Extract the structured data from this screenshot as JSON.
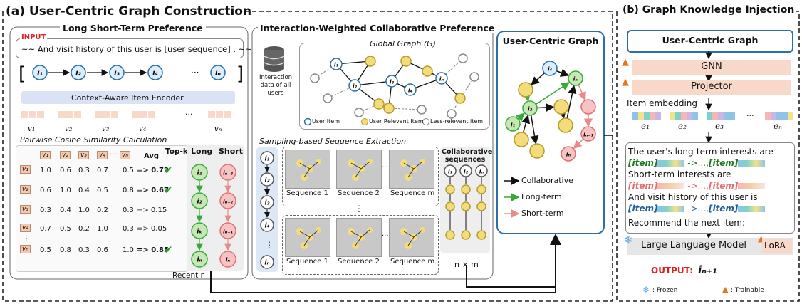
{
  "panel_a": {
    "title": "(a) User-Centric Graph Construction",
    "long_short": {
      "title": "Long Short-Term Preference",
      "input_tag": "INPUT",
      "input_text": "~~ And visit history of this user is [user sequence] . ~~",
      "sequence_items": [
        "i₁",
        "i₂",
        "i₃",
        "i₄",
        "···",
        "iₙ"
      ],
      "encoder_label": "Context-Aware Item Encoder",
      "vectors": [
        "v₁",
        "v₂",
        "v₃",
        "v₄",
        "···",
        "vₙ"
      ],
      "similarity_title": "Pairwise Cosine Similarity Calculation",
      "matrix": {
        "col_headers": [
          "v₁",
          "v₂",
          "v₃",
          "v₄",
          "···",
          "vₙ"
        ],
        "avg_header": "Avg",
        "topk_label": "Top-k",
        "rows": [
          {
            "label": "v₁",
            "values": [
              "1.0",
              "0.6",
              "0.3",
              "0.7",
              "0.5"
            ],
            "avg": "=> 0.72",
            "bold": true
          },
          {
            "label": "v₂",
            "values": [
              "0.6",
              "1.0",
              "0.4",
              "0.5",
              "0.8"
            ],
            "avg": "=> 0.67",
            "bold": true
          },
          {
            "label": "v₃",
            "values": [
              "0.3",
              "0.4",
              "1.0",
              "0.2",
              "0.3"
            ],
            "avg": "=> 0.15",
            "bold": false
          },
          {
            "label": "v₄",
            "values": [
              "0.7",
              "0.5",
              "0.2",
              "1.0",
              "0.3"
            ],
            "avg": "=> 0.05",
            "bold": false
          },
          {
            "label": "vₙ",
            "values": [
              "0.5",
              "0.8",
              "0.3",
              "0.6",
              "1.0"
            ],
            "avg": "=> 0.85",
            "bold": true
          }
        ]
      },
      "long_label": "Long",
      "short_label": "Short",
      "long_nodes": [
        "i₁",
        "i₂",
        "iₖ",
        "iₙ"
      ],
      "short_nodes": [
        "iₙ₋₃",
        "iₙ₋₂",
        "iₙ₋₁",
        "iₙ"
      ],
      "recent_label": "Recent r"
    },
    "collab": {
      "title": "Interaction-Weighted Collaborative Preference",
      "global_graph_label": "Global Graph (G)",
      "db_label": "Interaction data of all users",
      "legend": [
        "User Item",
        "User Relevant Item",
        "Less-relevant item"
      ],
      "sampling_title": "Sampling-based Sequence Extraction",
      "seq_column_items": [
        "i₁",
        "i₂",
        "i₃",
        "i₄",
        "⋮",
        "iₙ"
      ],
      "sequence_labels_top": [
        "Sequence 1",
        "Sequence 2",
        "Sequence m"
      ],
      "sequence_labels_bottom": [
        "Sequence 1",
        "Sequence 2",
        "Sequence m"
      ],
      "collab_seq_title": "Collaborative sequences",
      "collab_heads": [
        "i₁",
        "i₂",
        "iₙ"
      ],
      "n_by_m": "n × m"
    },
    "ucg": {
      "title": "User-Centric Graph",
      "nodes": [
        "i₁",
        "i₂",
        "i₄",
        "iₖ",
        "iₙ₋₁",
        "iₙ"
      ],
      "legend": [
        "Collaborative",
        "Long-term",
        "Short-term"
      ]
    }
  },
  "panel_b": {
    "title": "(b) Graph Knowledge Injection",
    "ucg_label": "User-Centric Graph",
    "gnn_label": "GNN",
    "projector_label": "Projector",
    "embedding_label": "Item embedding",
    "embeddings": [
      "e₁",
      "e₂",
      "e₃",
      "eₙ"
    ],
    "prompt": {
      "line1": "The user's long-term interests are",
      "item_tag": "[item]",
      "ellipsis": "->...,",
      "line2": "Short-term interests are",
      "line3": "And visit history of this user is",
      "line4": "Recommend the next item:"
    },
    "llm_label": "Large Language Model",
    "lora_label": "LoRA",
    "output_label": "OUTPUT:",
    "output_value": "iₙ₊₁",
    "frozen_label": ": Frozen",
    "trainable_label": ": Trainable"
  },
  "colors": {
    "green_node": "#c6e8b2",
    "pink_node": "#f7c3c3",
    "yellow_node": "#f5dc7a",
    "blue_node": "#dceefa",
    "salmon_bar": "#f8d8c8",
    "encoder_bar": "#d9e3f5"
  }
}
